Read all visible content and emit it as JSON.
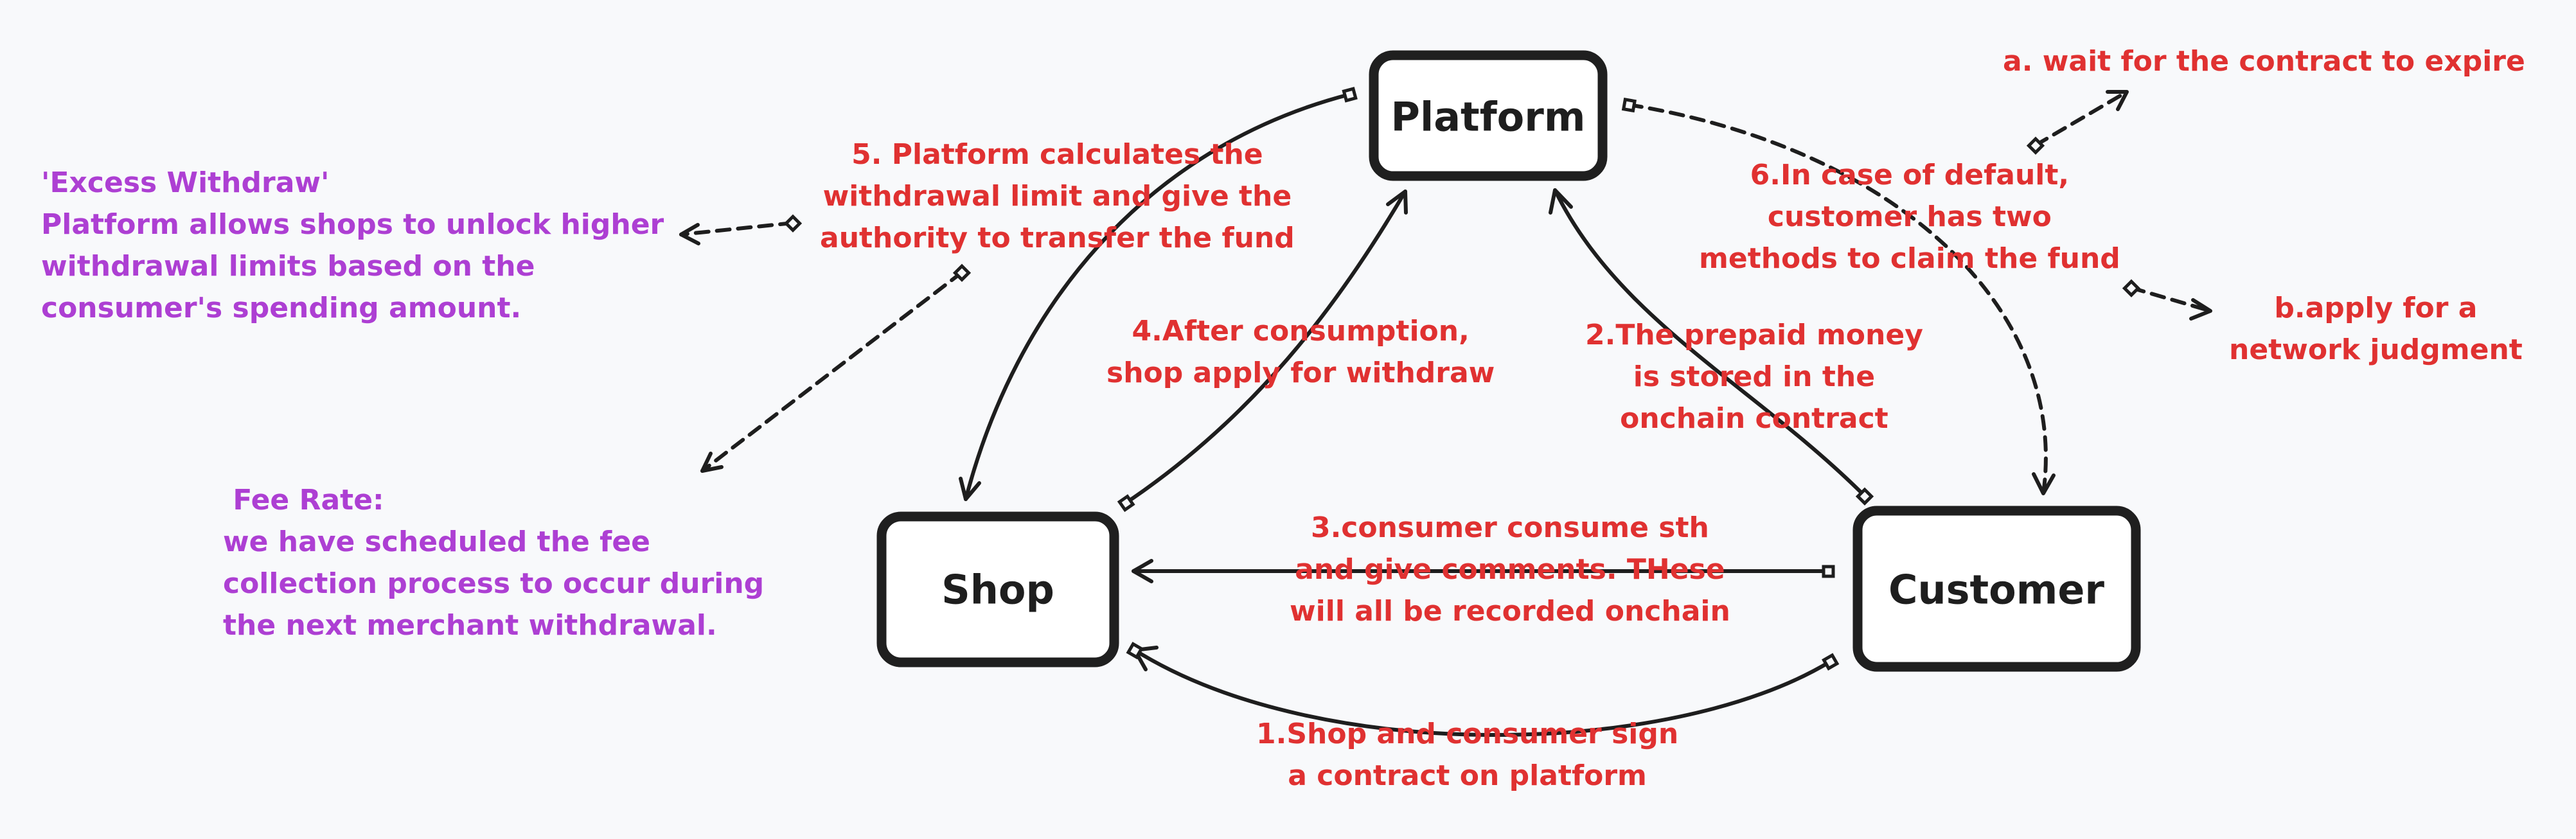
{
  "nodes": {
    "platform": "Platform",
    "shop": "Shop",
    "customer": "Customer"
  },
  "labels": {
    "step1": "1.Shop and consumer sign\na contract on platform",
    "step2": "2.The prepaid money\nis stored in the\nonchain contract",
    "step3": "3.consumer consume sth\nand give comments. THese\nwill all be recorded onchain",
    "step4": "4.After consumption,\nshop apply for withdraw",
    "step5": "5. Platform calculates the\nwithdrawal limit and give the\nauthority to transfer the fund",
    "step6": "6.In case of default,\ncustomer has two\nmethods to claim the fund",
    "option_a": "a. wait for the contract to expire",
    "option_b": "b.apply for a\nnetwork judgment"
  },
  "notes": {
    "excess_withdraw": "'Excess Withdraw'\nPlatform allows shops to unlock higher\nwithdrawal limits based on the\nconsumer's spending amount.",
    "fee_rate": " Fee Rate:\nwe have scheduled the fee\ncollection process to occur during\nthe next merchant withdrawal."
  },
  "colors": {
    "step_text": "#e03131",
    "note_text": "#ad3fd3",
    "stroke": "#1e1e1e",
    "background": "#f8f9fb"
  }
}
